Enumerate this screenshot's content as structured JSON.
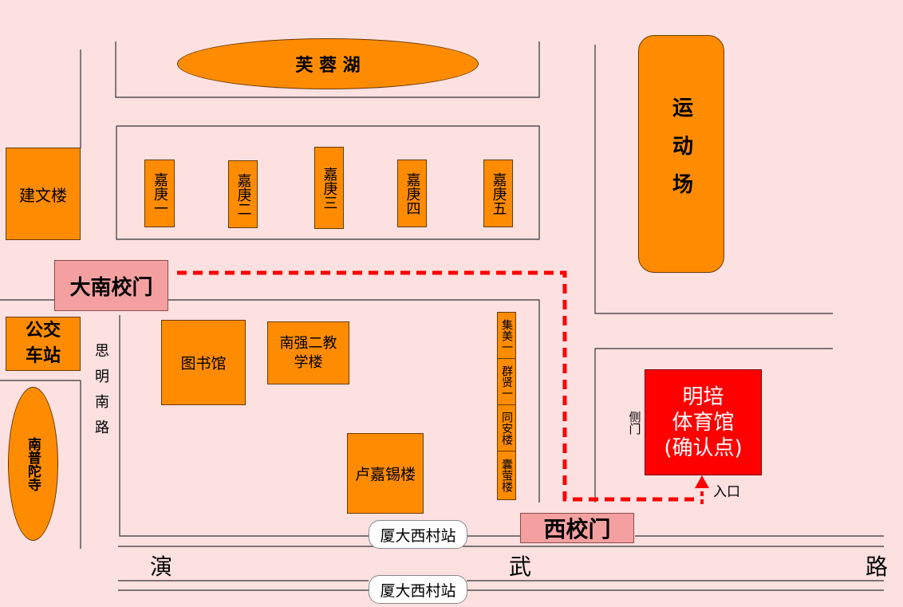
{
  "lake": "芙 蓉 湖",
  "jianwen": "建文楼",
  "jiageng": [
    "嘉庚一",
    "嘉庚二",
    "嘉庚三",
    "嘉庚四",
    "嘉庚五"
  ],
  "stadium": "运动场",
  "da_nan_gate": "大南校门",
  "bus_station": "公交车站",
  "nanputuo": "南普陀寺",
  "siming_road": "思明南路",
  "library": "图书馆",
  "nanqiang": "南强二教学楼",
  "jimei_group": [
    "集美一",
    "群贤一",
    "同安楼",
    "囊萤楼"
  ],
  "lujiaxi": "卢嘉锡楼",
  "side_door": "侧门",
  "gym": {
    "line1": "明培",
    "line2": "体育馆",
    "line3": "(确认点)"
  },
  "entrance": "入口",
  "west_gate": "西校门",
  "stations": [
    "厦大西村站",
    "厦大西村站"
  ],
  "road_chars": [
    "演",
    "武",
    "路"
  ],
  "colors": {
    "building": "#ff8c00",
    "gym": "#ff0000",
    "gate": "#f4a0a0",
    "route": "#ff0000",
    "background": "#fde0e0"
  }
}
